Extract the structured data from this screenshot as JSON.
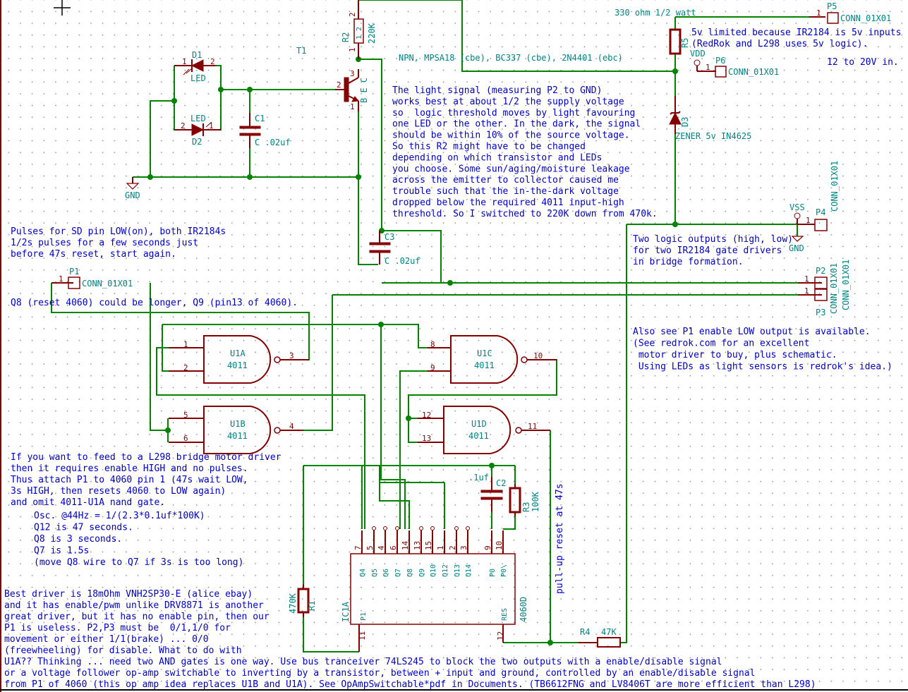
{
  "schematic": {
    "colors": {
      "wire": "#008400",
      "component": "#840000",
      "reference": "#008484",
      "note": "#0000c2"
    },
    "power": {
      "gnd_left": "GND",
      "gnd_right": "GND",
      "vdd": "VDD",
      "vss": "VSS"
    },
    "components": {
      "D1": {
        "ref": "D1",
        "value": "LED",
        "pin1": "1",
        "pin2": "2"
      },
      "D2": {
        "ref": "D2",
        "value": "LED",
        "pin1": "1",
        "pin2": "2"
      },
      "C1": {
        "ref": "C1",
        "value": "C .02uf"
      },
      "C2": {
        "ref": "C2",
        "value": ".1uf"
      },
      "C3": {
        "ref": "C3",
        "value": "C .02uf"
      },
      "T1": {
        "ref": "T1",
        "pin_b": "2",
        "pin_c": "3",
        "pin_e": "1",
        "glyph": "B E C"
      },
      "R1": {
        "ref": "R1",
        "value": "470K"
      },
      "R2": {
        "ref": "R2",
        "value": "220K",
        "inner": "1 2",
        "pin1": "1",
        "pin2": "2"
      },
      "R3": {
        "ref": "R3",
        "value": "100K"
      },
      "R4": {
        "ref": "R4",
        "value": "47K"
      },
      "R5": {
        "ref": "R5",
        "value": "330 ohm 1/2 watt"
      },
      "D3": {
        "ref": "D3",
        "value": "ZENER 5v IN4625"
      },
      "P1": {
        "ref": "P1",
        "value": "CONN_01X01",
        "pin": "1"
      },
      "P2": {
        "ref": "P2",
        "value": "CONN_01X01",
        "pin": "1"
      },
      "P3": {
        "ref": "P3",
        "value": "CONN_01X01",
        "pin": "1"
      },
      "P4": {
        "ref": "P4",
        "value": "CONN_01X01",
        "pin": "1"
      },
      "P5": {
        "ref": "P5",
        "value": "CONN_01X01",
        "pin": "1"
      },
      "P6": {
        "ref": "P6",
        "value": "CONN_01X01",
        "pin": "1"
      },
      "U1A": {
        "ref": "U1A",
        "value": "4011",
        "pins": [
          "1",
          "2",
          "3"
        ]
      },
      "U1B": {
        "ref": "U1B",
        "value": "4011",
        "pins": [
          "5",
          "6",
          "4"
        ]
      },
      "U1C": {
        "ref": "U1C",
        "value": "4011",
        "pins": [
          "8",
          "9",
          "10"
        ]
      },
      "U1D": {
        "ref": "U1D",
        "value": "4011",
        "pins": [
          "12",
          "13",
          "11"
        ]
      },
      "IC1A": {
        "ref": "IC1A",
        "value": "4060D",
        "top_pins": [
          {
            "num": "7",
            "name": "Q4"
          },
          {
            "num": "5",
            "name": "Q5"
          },
          {
            "num": "4",
            "name": "Q6"
          },
          {
            "num": "6",
            "name": "Q7"
          },
          {
            "num": "14",
            "name": "Q8"
          },
          {
            "num": "13",
            "name": "Q9"
          },
          {
            "num": "15",
            "name": "Q10"
          },
          {
            "num": "1",
            "name": "Q12"
          },
          {
            "num": "2",
            "name": "Q13"
          },
          {
            "num": "3",
            "name": "Q14"
          },
          {
            "num": "9",
            "name": "P0"
          },
          {
            "num": "10",
            "name": "P0\\"
          }
        ],
        "bottom_pins": [
          {
            "num": "11",
            "name": "P1"
          },
          {
            "num": "12",
            "name": "RES"
          }
        ]
      }
    },
    "notes": {
      "transistor_types": "NPN, MPSA18 (cbe), BC337 (cbe), 2N4401 (ebc)",
      "light_signal": [
        "The light signal (measuring P2 to GND)",
        "works best at about 1/2 the supply voltage",
        "so  logic threshold moves by light favouring",
        "one LED or the other. In the dark, the signal",
        "should be within 10% of the source voltage.",
        "So this R2 might have to be changed",
        "depending on which transistor and LEDs",
        "you choose. Some sun/aging/moisture leakage",
        "across the emitter to collector caused me",
        "trouble such that the in-the-dark voltage",
        "dropped below the required 4011 input-high",
        "threshold. So I switched to 220K down from 470k."
      ],
      "five_v_limited": [
        "5v limited because IR2184 is 5v inputs",
        "(RedRok and L298 uses 5v logic)."
      ],
      "input_range": "12 to 20V in.",
      "two_logic": [
        "Two logic outputs (high, low)",
        "for two IR2184 gate drivers",
        "in bridge formation."
      ],
      "pulses": [
        "Pulses for SD pin LOW(on), both IR2184s",
        "1/2s pulses for a few seconds just",
        "before 47s reset, start again."
      ],
      "q8_reset": "Q8 (reset 4060) could be longer, Q9 (pin13 of 4060).",
      "also_see": [
        "Also see P1 enable LOW output is available.",
        "(See redrok.com for an excellent",
        " motor driver to buy, plus schematic.",
        " Using LEDs as light sensors is redrok's idea.)"
      ],
      "l298": [
        "If you want to feed to a L298 bridge motor driver",
        "then it requires enable HIGH and no pulses.",
        "Thus attach P1 to 4060 pin 1 (47s wait LOW,",
        "3s HIGH, then resets 4060 to LOW again)",
        "and omit 4011-U1A nand gate."
      ],
      "osc": [
        "Osc. @44Hz = 1/(2.3*0.1uf*100K)",
        "Q12 is 47 seconds.",
        "Q8 is 3 seconds.",
        "Q7 is 1.5s",
        "(move Q8 wire to Q7 if 3s is too long)"
      ],
      "pullup": "pull-up reset at 47s",
      "best_driver": [
        "Best driver is 18mOhm VNH2SP30-E (alice ebay)",
        "and it has enable/pwm unlike DRV8871 is another",
        "great driver, but it has no enable pin, then our",
        "P1 is useless. P2,P3 must be  0/1,1/0 for",
        "movement or either 1/1(brake) ... 0/0",
        "(freewheeling) for disable. What to do with",
        "U1A?? Thinking ... need two AND gates is one way. Use bus tranceiver 74LS245 to block the two outputs with a enable/disable signal",
        "or a voltage follower op-amp switchable to inverting by a transistor, between + input and ground, controlled by an enable/disable signal",
        "from P1 of 4060 (this op amp idea replaces U1B and U1A). See OpAmpSwitchable*pdf in Documents. (TB6612FNG and LV8406T are more efficient than L298)"
      ]
    }
  }
}
